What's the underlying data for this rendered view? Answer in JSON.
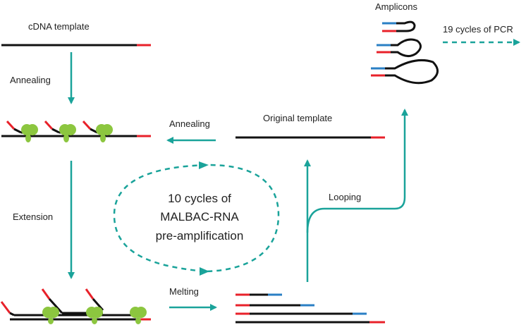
{
  "labels": {
    "cdna_template": "cDNA template",
    "annealing_left": "Annealing",
    "extension": "Extension",
    "melting": "Melting",
    "annealing_mid": "Annealing",
    "original_template": "Original template",
    "looping": "Looping",
    "amplicons": "Amplicons",
    "pcr": "19 cycles of PCR",
    "cycle_line1": "10 cycles of",
    "cycle_line2": "MALBAC-RNA",
    "cycle_line3": "pre-amplification"
  },
  "colors": {
    "strand": "#111111",
    "primer_red": "#e8212a",
    "primer_blue": "#2a7fc4",
    "arrow_teal": "#1aa39a",
    "polymerase_green": "#8cc63f",
    "text": "#222222"
  }
}
